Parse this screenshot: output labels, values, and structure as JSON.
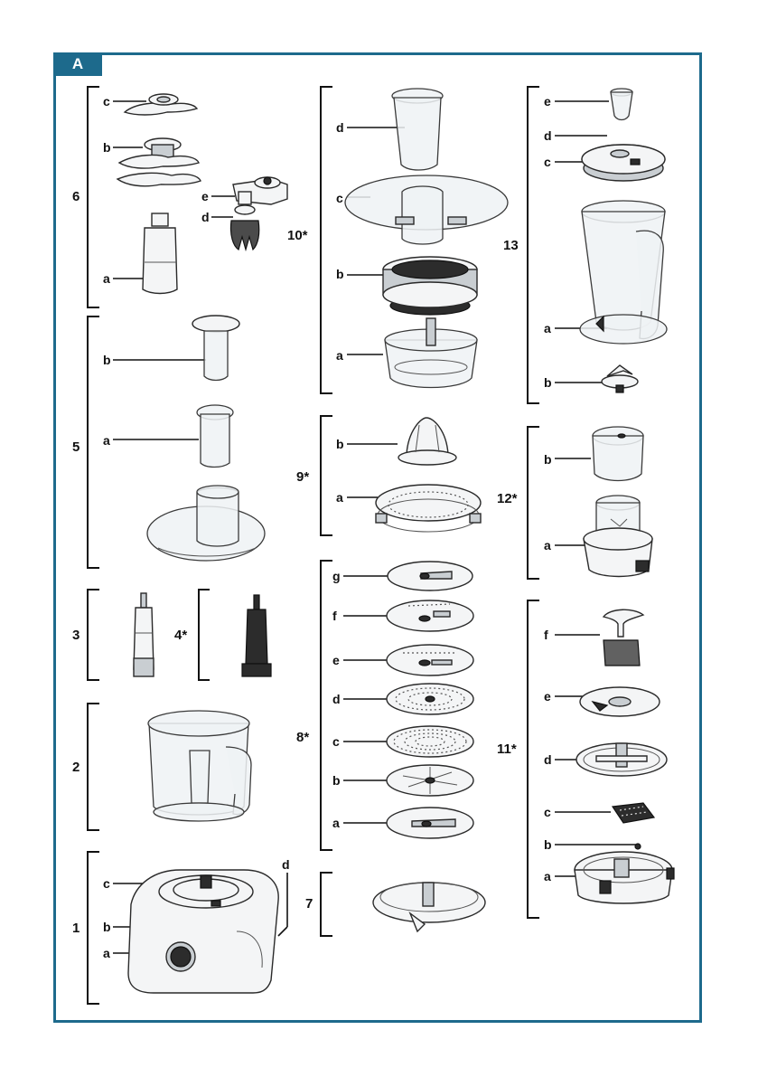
{
  "tab_label": "A",
  "groups": [
    {
      "number": "6",
      "letters": [
        "c",
        "b",
        "e",
        "d",
        "a"
      ]
    },
    {
      "number": "5",
      "letters": [
        "b",
        "a"
      ]
    },
    {
      "number": "3",
      "letters": []
    },
    {
      "number": "4*",
      "letters": []
    },
    {
      "number": "2",
      "letters": []
    },
    {
      "number": "1",
      "letters": [
        "c",
        "b",
        "a",
        "d"
      ]
    },
    {
      "number": "10*",
      "letters": [
        "d",
        "c",
        "b",
        "a"
      ]
    },
    {
      "number": "9*",
      "letters": [
        "b",
        "a"
      ]
    },
    {
      "number": "8*",
      "letters": [
        "g",
        "f",
        "e",
        "d",
        "c",
        "b",
        "a"
      ]
    },
    {
      "number": "7",
      "letters": []
    },
    {
      "number": "13",
      "letters": [
        "e",
        "d",
        "c",
        "a",
        "b"
      ]
    },
    {
      "number": "12*",
      "letters": [
        "b",
        "a"
      ]
    },
    {
      "number": "11*",
      "letters": [
        "f",
        "e",
        "d",
        "c",
        "b",
        "a"
      ]
    }
  ],
  "colors": {
    "frame": "#1d6a8c"
  }
}
